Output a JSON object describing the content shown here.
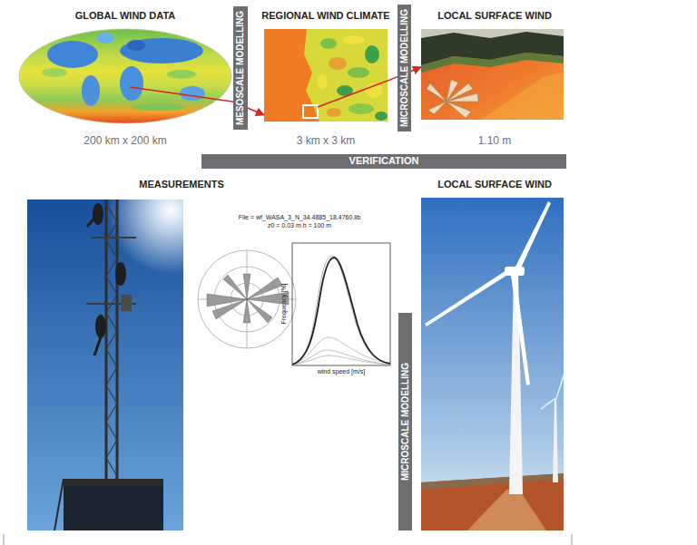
{
  "diagram": {
    "nodes": [
      {
        "text": [
          "GLOBAL WIND DATA",
          "200 km x 200 km"
        ]
      },
      {
        "text": [
          "MESOSCALE MODELLING"
        ]
      },
      {
        "text": [
          "REGIONAL WIND CLIMATE",
          "3 km x 3 km"
        ]
      },
      {
        "text": [
          "MICROSCALE MODELLING"
        ]
      },
      {
        "text": [
          "LOCAL SURFACE WIND",
          "1.10 m"
        ]
      },
      {
        "text": [
          "VERIFICATION"
        ]
      },
      {
        "text": [
          "MEASUREMENTS"
        ]
      },
      {
        "text": [
          "LOCAL SURFACE WIND"
        ]
      },
      {
        "text": [
          "MICROSCALE MODELLING"
        ]
      }
    ],
    "edges": [
      {
        "from": 0,
        "to": 2,
        "arrow": "to"
      },
      {
        "from": 2,
        "to": 4,
        "arrow": "to"
      }
    ],
    "labels": [
      "File = wf_WASA_3_N_34.4885_18.4760.lib",
      "z0 = 0.03 m   h = 100 m",
      "Frequency [%]",
      "wind speed [m/s]"
    ]
  }
}
